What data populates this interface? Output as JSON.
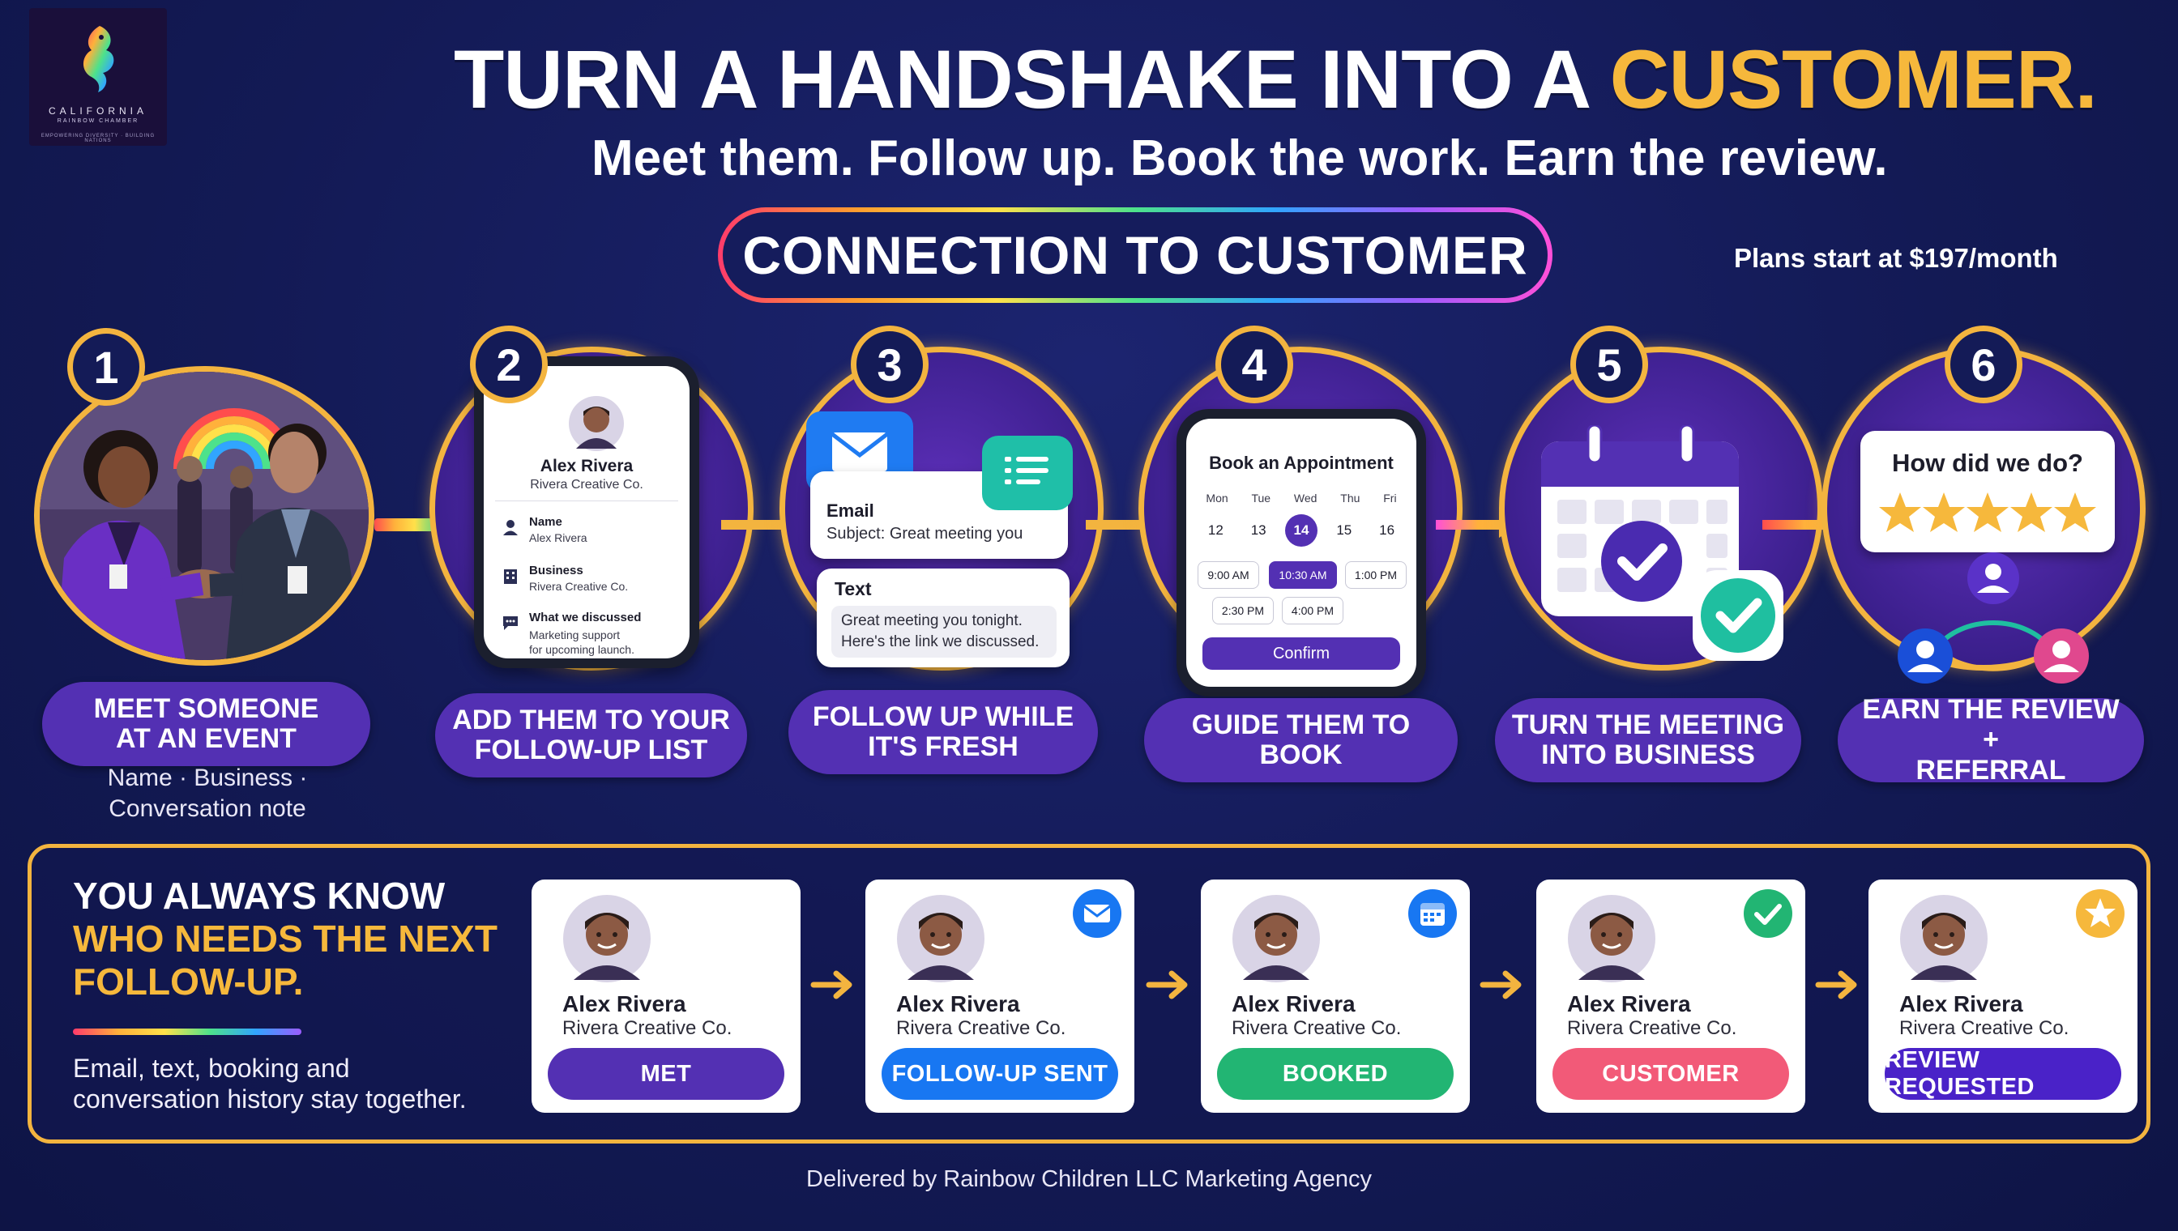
{
  "logo": {
    "line1": "CALIFORNIA",
    "line2": "RAINBOW CHAMBER",
    "line3": "EMPOWERING DIVERSITY · BUILDING NATIONS"
  },
  "headline": {
    "main": "TURN A HANDSHAKE INTO A ",
    "accent": "CUSTOMER."
  },
  "subhead": "Meet them. Follow up. Book the work. Earn the review.",
  "section_title": "CONNECTION TO CUSTOMER",
  "plans": "Plans start at $197/month",
  "steps": [
    {
      "num": "1",
      "line1": "MEET SOMEONE",
      "line2": "AT AN EVENT"
    },
    {
      "num": "2",
      "line1": "ADD THEM TO YOUR",
      "line2": "FOLLOW-UP LIST"
    },
    {
      "num": "3",
      "line1": "FOLLOW UP WHILE",
      "line2": "IT'S FRESH"
    },
    {
      "num": "4",
      "line1": "GUIDE THEM TO",
      "line2": "BOOK"
    },
    {
      "num": "5",
      "line1": "TURN THE MEETING",
      "line2": "INTO BUSINESS"
    },
    {
      "num": "6",
      "line1": "EARN THE REVIEW +",
      "line2": "REFERRAL"
    }
  ],
  "step1_sub": {
    "line1": "Name · Business ·",
    "line2": "Conversation note"
  },
  "contact": {
    "name": "Alex Rivera",
    "company": "Rivera Creative Co.",
    "fields": [
      {
        "label": "Name",
        "value": "Alex Rivera"
      },
      {
        "label": "Business",
        "value": "Rivera Creative Co."
      },
      {
        "label": "What we discussed",
        "value": "Marketing support",
        "value2": "for upcoming launch."
      }
    ]
  },
  "messages": {
    "email_title": "Email",
    "email_subject": "Subject: Great meeting you",
    "text_title": "Text",
    "text_body1": "Great meeting you tonight.",
    "text_body2": "Here's the link we discussed."
  },
  "booking": {
    "title": "Book an Appointment",
    "days": [
      "Mon",
      "Tue",
      "Wed",
      "Thu",
      "Fri"
    ],
    "dates": [
      "12",
      "13",
      "14",
      "15",
      "16"
    ],
    "selected_date": "14",
    "times": [
      "9:00 AM",
      "10:30 AM",
      "1:00 PM",
      "2:30 PM",
      "4:00 PM"
    ],
    "selected_time": "10:30 AM",
    "confirm": "Confirm"
  },
  "review": {
    "question": "How did we do?",
    "stars": 5
  },
  "panel": {
    "title1": "YOU ALWAYS KNOW",
    "title2": "WHO NEEDS THE NEXT",
    "title3": "FOLLOW-UP.",
    "desc1": "Email, text, booking and",
    "desc2": "conversation history stay together."
  },
  "statuses": [
    {
      "name": "Alex Rivera",
      "company": "Rivera Creative Co.",
      "badge": "MET",
      "color": "#5330b3",
      "icon": "none"
    },
    {
      "name": "Alex Rivera",
      "company": "Rivera Creative Co.",
      "badge": "FOLLOW-UP SENT",
      "color": "#1877f2",
      "icon": "envelope-icon"
    },
    {
      "name": "Alex Rivera",
      "company": "Rivera Creative Co.",
      "badge": "BOOKED",
      "color": "#22b573",
      "icon": "calendar-icon"
    },
    {
      "name": "Alex Rivera",
      "company": "Rivera Creative Co.",
      "badge": "CUSTOMER",
      "color": "#f25a78",
      "icon": "check-icon"
    },
    {
      "name": "Alex Rivera",
      "company": "Rivera Creative Co.",
      "badge": "REVIEW REQUESTED",
      "color": "#4a22c8",
      "icon": "star-icon"
    }
  ],
  "footer": "Delivered by Rainbow Children LLC Marketing Agency",
  "colors": {
    "gold": "#f3b43f",
    "purple": "#5330b3",
    "navy": "#131a55"
  }
}
